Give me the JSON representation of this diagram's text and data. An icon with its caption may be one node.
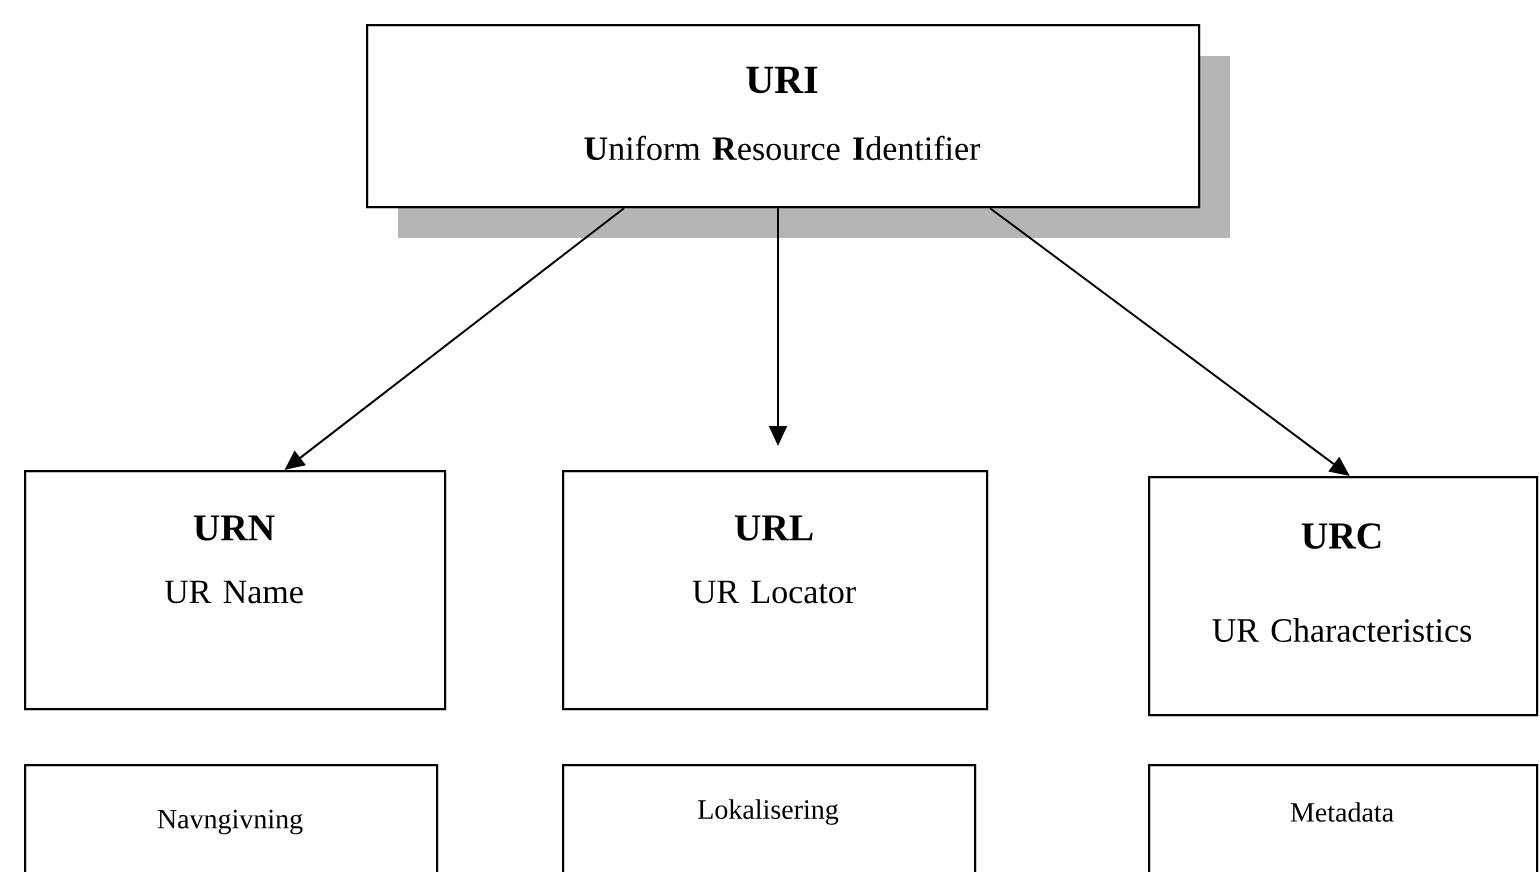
{
  "diagram": {
    "nodes": [
      {
        "text": [
          "URI",
          "**U**niform **R**esource **I**dentifier"
        ]
      },
      {
        "text": [
          "URN",
          "UR Name"
        ]
      },
      {
        "text": [
          "URL",
          "UR Locator"
        ]
      },
      {
        "text": [
          "URC",
          "UR Characteristics"
        ]
      },
      {
        "text": [
          "Navngivning"
        ]
      },
      {
        "text": [
          "Lokalisering"
        ]
      },
      {
        "text": [
          "Metadata"
        ]
      }
    ],
    "edges": [
      {
        "from": 0,
        "to": 1,
        "arrow": "to"
      },
      {
        "from": 0,
        "to": 2,
        "arrow": "to"
      },
      {
        "from": 0,
        "to": 3,
        "arrow": "to"
      }
    ]
  }
}
